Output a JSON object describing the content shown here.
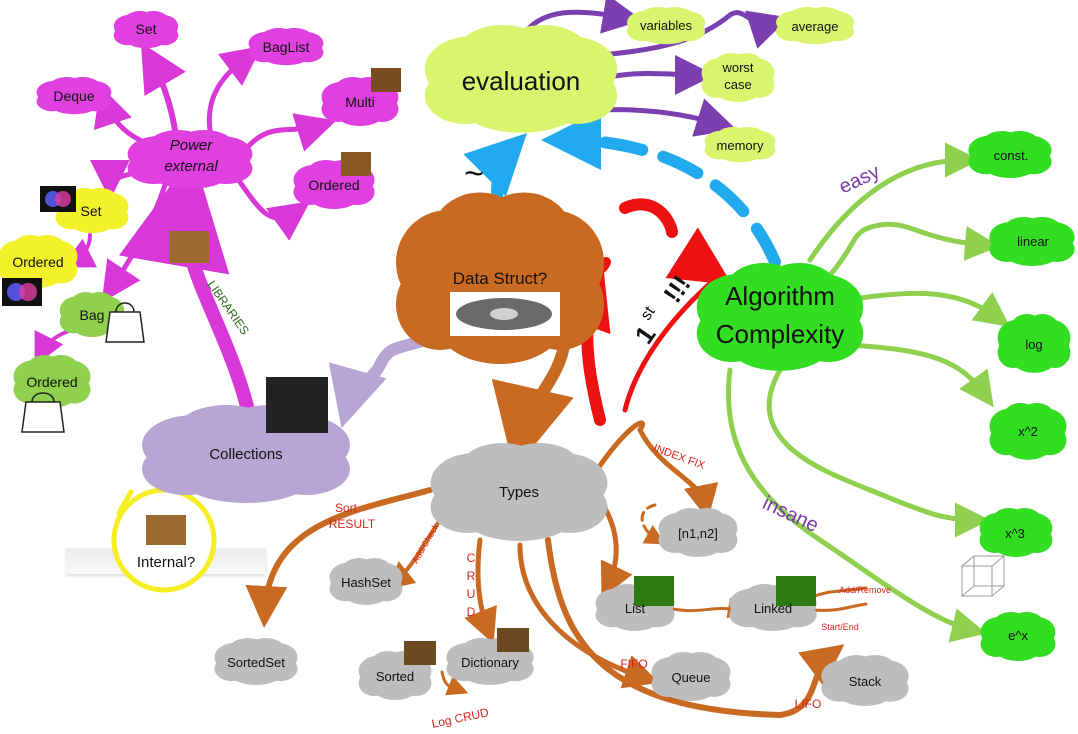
{
  "center": {
    "algorithm_line1": "Algorithm",
    "algorithm_line2": "Complexity"
  },
  "data_struct": {
    "label": "Data Struct?"
  },
  "evaluation": {
    "label": "evaluation",
    "tilde": "~",
    "children": [
      "variables",
      "average",
      "worst",
      "case",
      "memory"
    ]
  },
  "complexity": {
    "easy": "easy",
    "insane": "insane",
    "items": [
      "const.",
      "linear",
      "log",
      "x^2",
      "x^3",
      "e^x"
    ]
  },
  "first_note": {
    "one": "1",
    "st": "st",
    "bangs": "!!!"
  },
  "power": {
    "line1": "Power",
    "line2": "external",
    "children": [
      "Set",
      "BagList",
      "Deque",
      "Multi",
      "Ordered",
      "Set",
      "Ordered",
      "Bag",
      "Ordered"
    ]
  },
  "libraries": "LIBRARIES",
  "collections": {
    "label": "Collections",
    "internal": "Internal?"
  },
  "types": {
    "label": "Types",
    "sort_result_1": "Sort",
    "sort_result_2": "RESULT",
    "add_check": "Add/Check",
    "crud": [
      "C",
      "R",
      "U",
      "D"
    ],
    "index_fix": "INDEX FIX",
    "log_crud": "Log CRUD",
    "fifo": "FIFO",
    "lifo": "LIFO",
    "add_remove": "Add/Remove",
    "start_end": "Start/End",
    "nodes": [
      "SortedSet",
      "HashSet",
      "Sorted",
      "Dictionary",
      "[n1,n2]",
      "List",
      "Linked",
      "Queue",
      "Stack"
    ]
  },
  "colors": {
    "magenta": "#e040e0",
    "yellow_green": "#d9f56e",
    "bright_green": "#33dd22",
    "orange_brown": "#c86a22",
    "gray": "#bdbdbd",
    "lavender": "#b7a6d4",
    "red": "#ee1111",
    "blue": "#22aaee"
  }
}
